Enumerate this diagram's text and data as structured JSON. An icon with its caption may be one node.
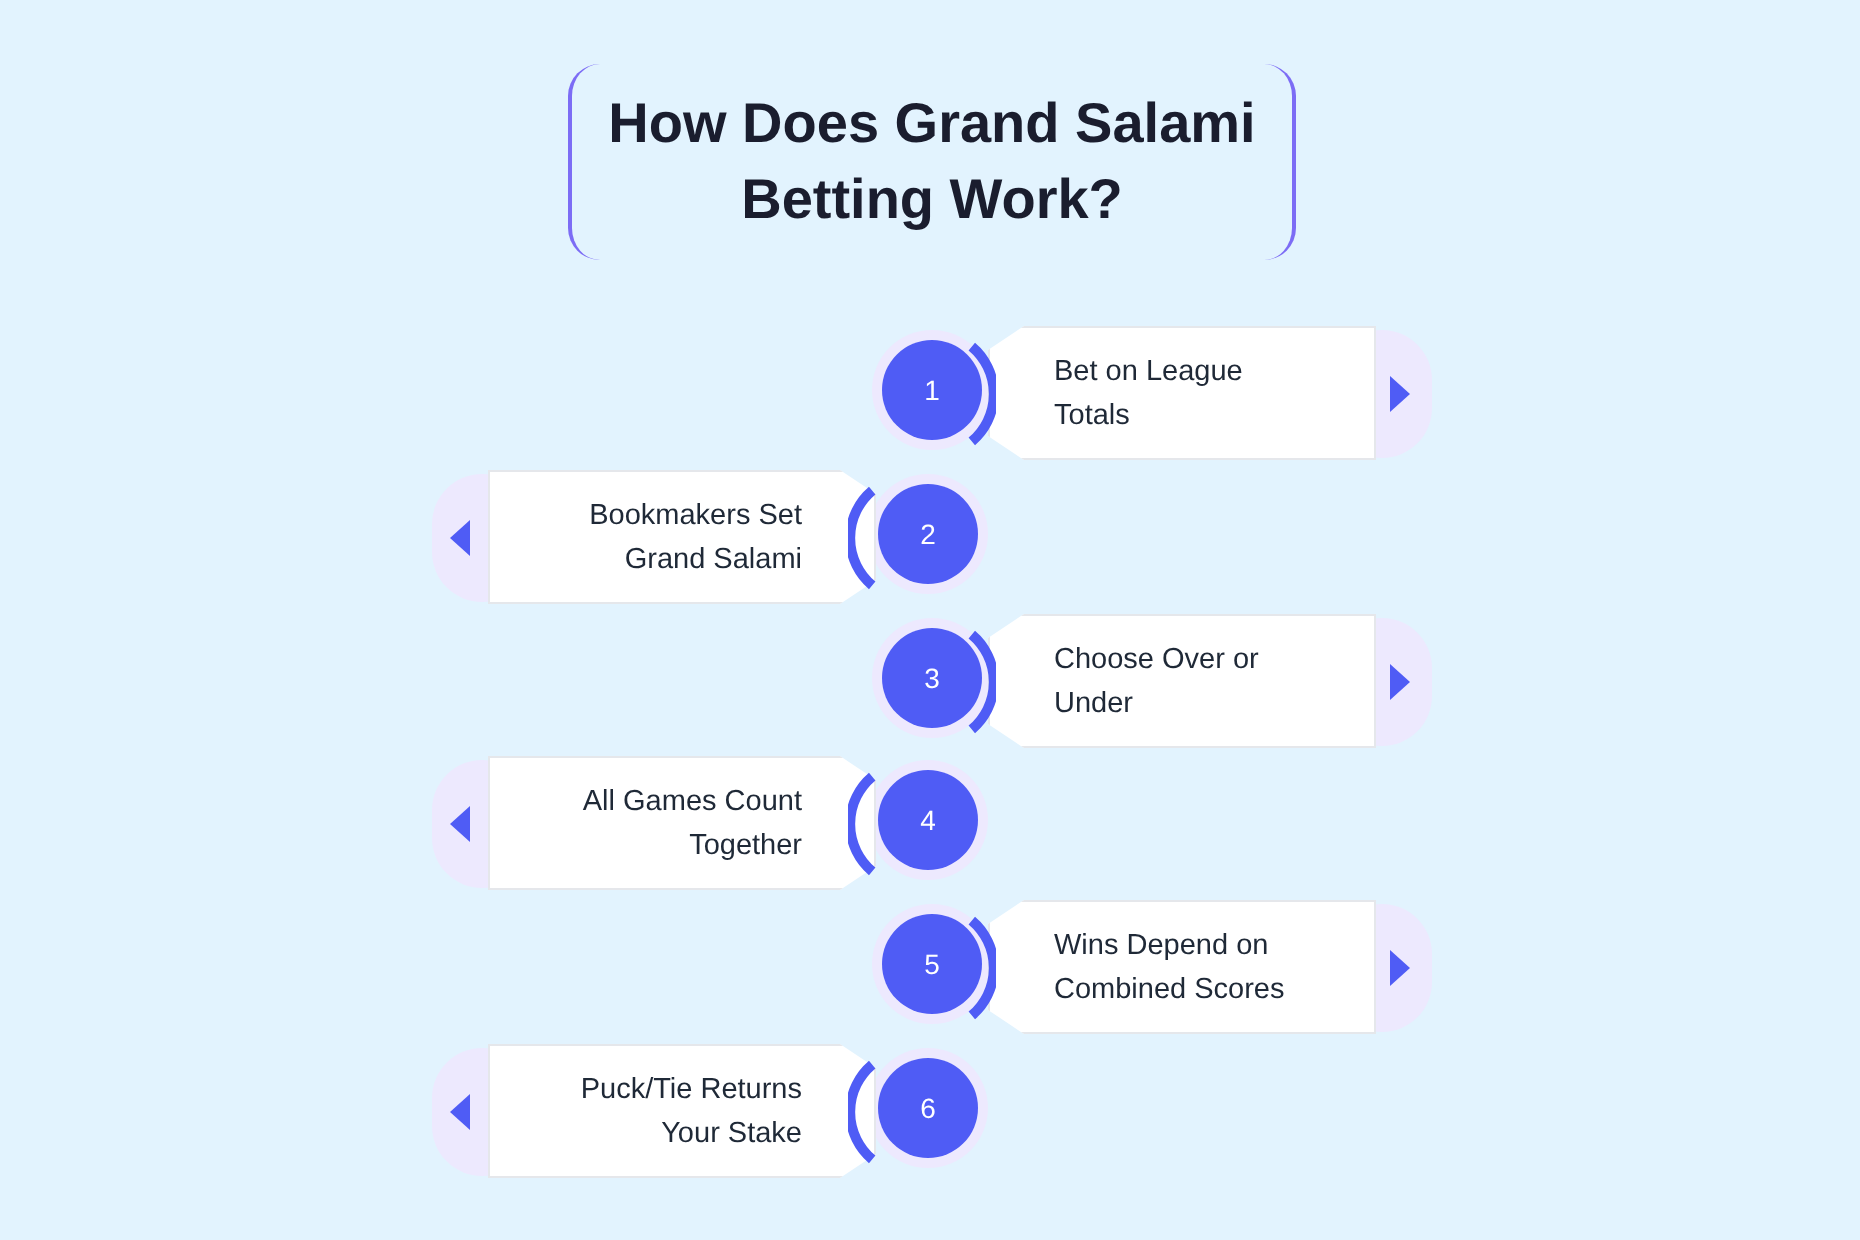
{
  "diagram": {
    "title": "How Does Grand Salami Betting Work?",
    "nodes": [
      {
        "text": [
          "1"
        ]
      },
      {
        "text": [
          "Bet on League Totals"
        ]
      },
      {
        "text": [
          "Bookmakers Set Grand Salami"
        ]
      },
      {
        "text": [
          "2"
        ]
      },
      {
        "text": [
          "3"
        ]
      },
      {
        "text": [
          "Choose Over or Under"
        ]
      },
      {
        "text": [
          "All Games Count Together"
        ]
      },
      {
        "text": [
          "4"
        ]
      },
      {
        "text": [
          "5"
        ]
      },
      {
        "text": [
          "Wins Depend on Combined Scores"
        ]
      },
      {
        "text": [
          "Puck/Tie Returns Your Stake"
        ]
      },
      {
        "text": [
          "6"
        ]
      }
    ],
    "edges": []
  }
}
